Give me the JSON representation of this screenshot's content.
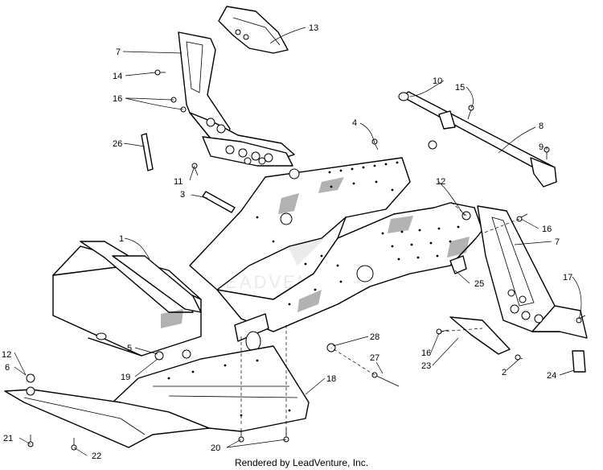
{
  "callouts": [
    "1",
    "2",
    "3",
    "4",
    "5",
    "6",
    "7",
    "7",
    "8",
    "9",
    "10",
    "11",
    "12",
    "12",
    "13",
    "14",
    "15",
    "16",
    "16",
    "16",
    "17",
    "18",
    "19",
    "20",
    "21",
    "22",
    "23",
    "24",
    "25",
    "26",
    "27",
    "28"
  ],
  "watermark": "LEADVENTURE",
  "footer": "Rendered by LeadVenture, Inc."
}
